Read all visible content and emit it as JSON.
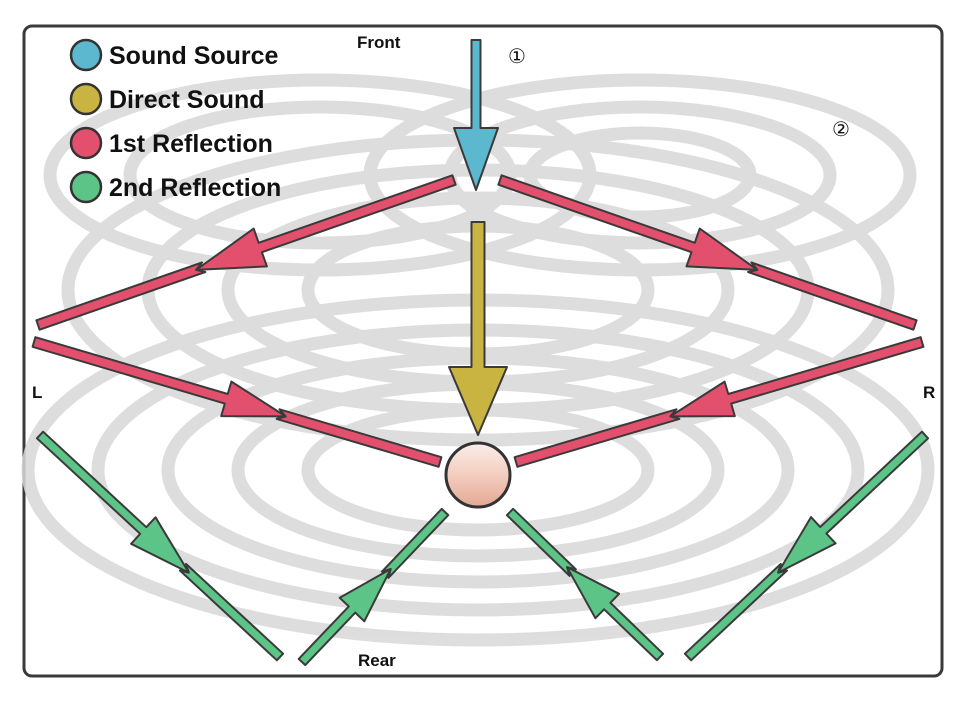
{
  "legend": [
    {
      "label": "Sound Source",
      "color": "#5bb8cf"
    },
    {
      "label": "Direct Sound",
      "color": "#c9b441"
    },
    {
      "label": "1st Reflection",
      "color": "#e3506e"
    },
    {
      "label": "2nd Reflection",
      "color": "#5cc486"
    }
  ],
  "directions": {
    "front": "Front",
    "rear": "Rear",
    "left": "L",
    "right": "R"
  },
  "markers": {
    "one": "①",
    "two": "②"
  },
  "colors": {
    "sound_source": "#5bb8cf",
    "direct_sound": "#c9b441",
    "first_reflection": "#e3506e",
    "second_reflection": "#5cc486",
    "listener": "#f4d3c8",
    "frame": "#3a3a3a",
    "waves": "#d8d8d8"
  }
}
